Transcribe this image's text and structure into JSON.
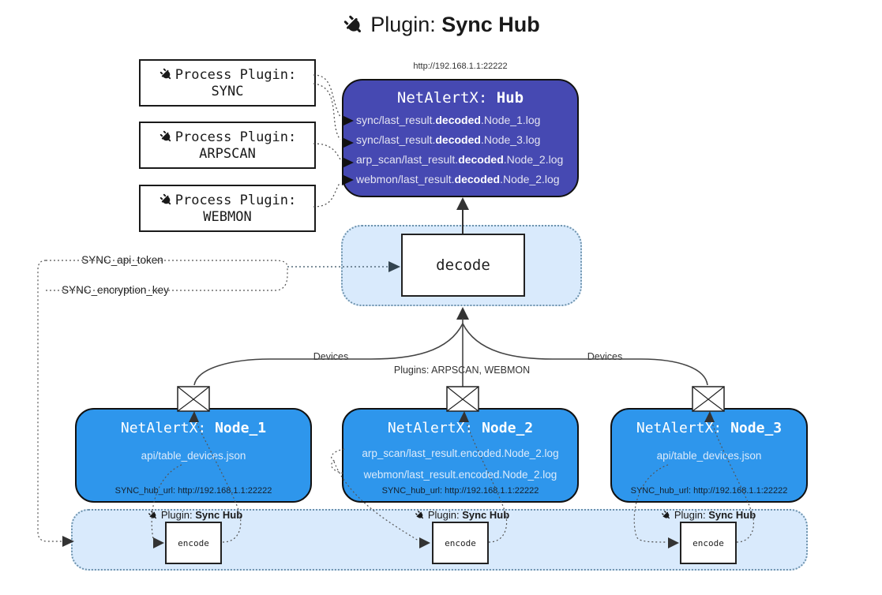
{
  "title": {
    "prefix": "Plugin: ",
    "bold": "Sync Hub"
  },
  "process_plugins": [
    {
      "label": "Process Plugin:",
      "name": "SYNC"
    },
    {
      "label": "Process Plugin:",
      "name": "ARPSCAN"
    },
    {
      "label": "Process Plugin:",
      "name": "WEBMON"
    }
  ],
  "hub": {
    "url": "http://192.168.1.1:22222",
    "title_prefix": "NetAlertX: ",
    "title_bold": "Hub",
    "logs": [
      {
        "pre": "sync/last_result.",
        "bold": "decoded",
        "post": ".Node_1.log"
      },
      {
        "pre": "sync/last_result.",
        "bold": "decoded",
        "post": ".Node_3.log"
      },
      {
        "pre": "arp_scan/last_result.",
        "bold": "decoded",
        "post": ".Node_2.log"
      },
      {
        "pre": "webmon/last_result.",
        "bold": "decoded",
        "post": ".Node_2.log"
      }
    ]
  },
  "secrets": {
    "api_token": "SYNC_api_token",
    "encryption_key": "SYNC_encryption_key"
  },
  "decode_label": "decode",
  "edge_labels": {
    "devices_left": "Devices",
    "devices_right": "Devices",
    "plugins_mid": "Plugins: ARPSCAN, WEBMON"
  },
  "nodes": [
    {
      "title_prefix": "NetAlertX: ",
      "title_bold": "Node_1",
      "line1": "api/table_devices.json",
      "hub_url": "SYNC_hub_url: http://192.168.1.1:22222"
    },
    {
      "title_prefix": "NetAlertX: ",
      "title_bold": "Node_2",
      "line1": "arp_scan/last_result.encoded.Node_2.log",
      "line2": "webmon/last_result.encoded.Node_2.log",
      "hub_url": "SYNC_hub_url: http://192.168.1.1:22222"
    },
    {
      "title_prefix": "NetAlertX: ",
      "title_bold": "Node_3",
      "line1": "api/table_devices.json",
      "hub_url": "SYNC_hub_url: http://192.168.1.1:22222"
    }
  ],
  "band": {
    "plugin_prefix": "Plugin: ",
    "plugin_bold": "Sync Hub",
    "encode_label": "encode"
  },
  "icons": {
    "plug": "plug-icon",
    "envelope": "envelope-icon"
  },
  "colors": {
    "hub_fill": "#4649b2",
    "node_fill": "#2e96ec",
    "panel_fill": "#d9eafc",
    "panel_border": "#6e93ad",
    "connector": "#444444",
    "text_dark": "#1a1a1a"
  }
}
